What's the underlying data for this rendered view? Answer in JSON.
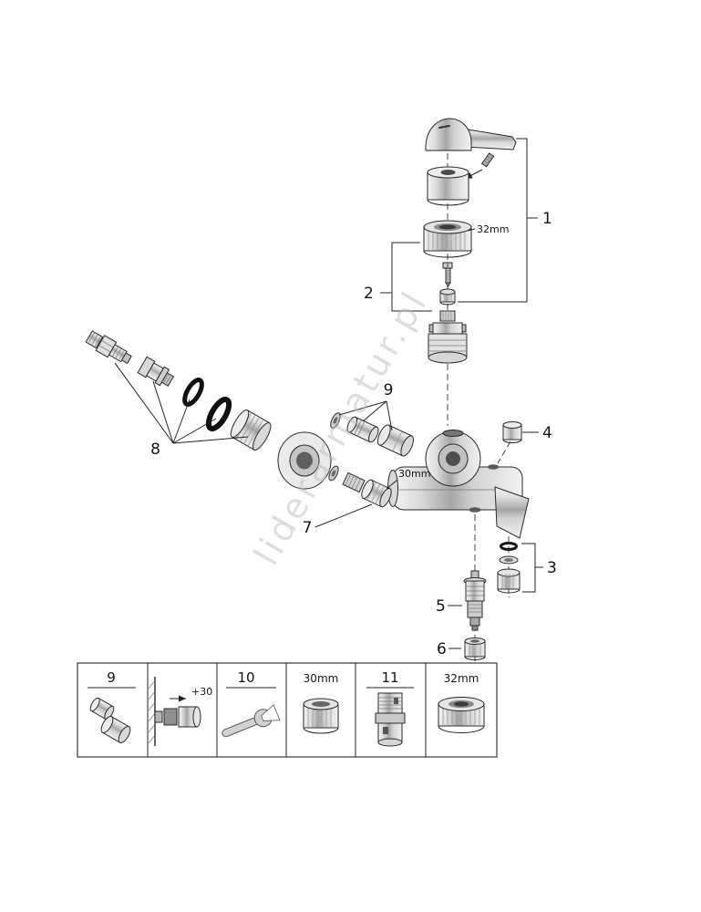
{
  "watermark": "liderarmatur.pl",
  "callouts": {
    "n1": "1",
    "n2": "2",
    "n3": "3",
    "n4": "4",
    "n5": "5",
    "n6": "6",
    "n7": "7",
    "n8": "8",
    "n9": "9"
  },
  "dims": {
    "ring_top": "32mm",
    "nut_mid": "30mm"
  },
  "table": {
    "cells": [
      {
        "label": "9"
      },
      {
        "offset": "+30"
      },
      {
        "label": "10"
      },
      {
        "size": "30mm"
      },
      {
        "label": "11"
      },
      {
        "size": "32mm"
      }
    ]
  }
}
